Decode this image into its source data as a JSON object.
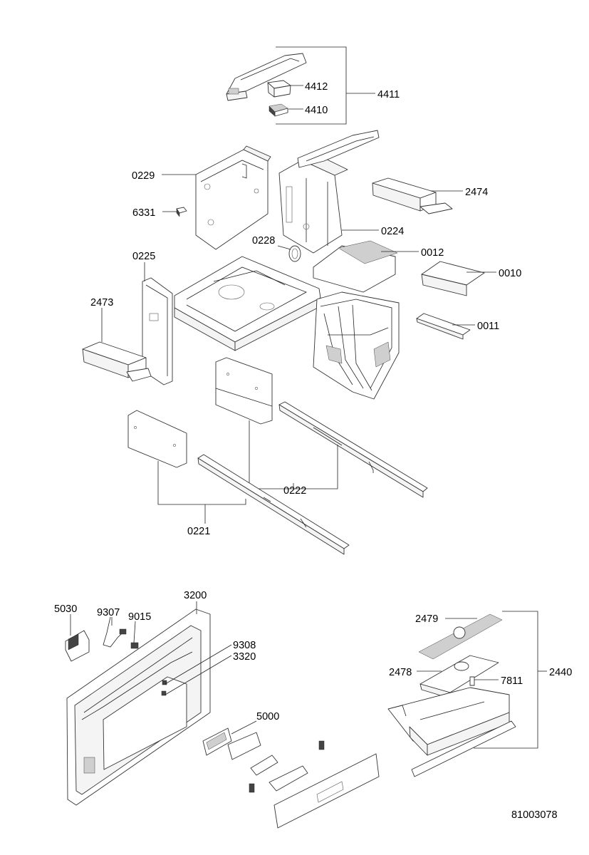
{
  "labels": {
    "p4412": "4412",
    "p4410": "4410",
    "p4411": "4411",
    "p0229": "0229",
    "p6331": "6331",
    "p2474": "2474",
    "p0224": "0224",
    "p0228": "0228",
    "p0012": "0012",
    "p0010": "0010",
    "p0225": "0225",
    "p2473": "2473",
    "p0011": "0011",
    "p0222": "0222",
    "p0221": "0221",
    "p3200": "3200",
    "p5030": "5030",
    "p9307": "9307",
    "p9015": "9015",
    "p9308": "9308",
    "p3320": "3320",
    "p5000": "5000",
    "p2479": "2479",
    "p2478": "2478",
    "p7811": "7811",
    "p2440": "2440",
    "drawing_number": "81003078"
  }
}
